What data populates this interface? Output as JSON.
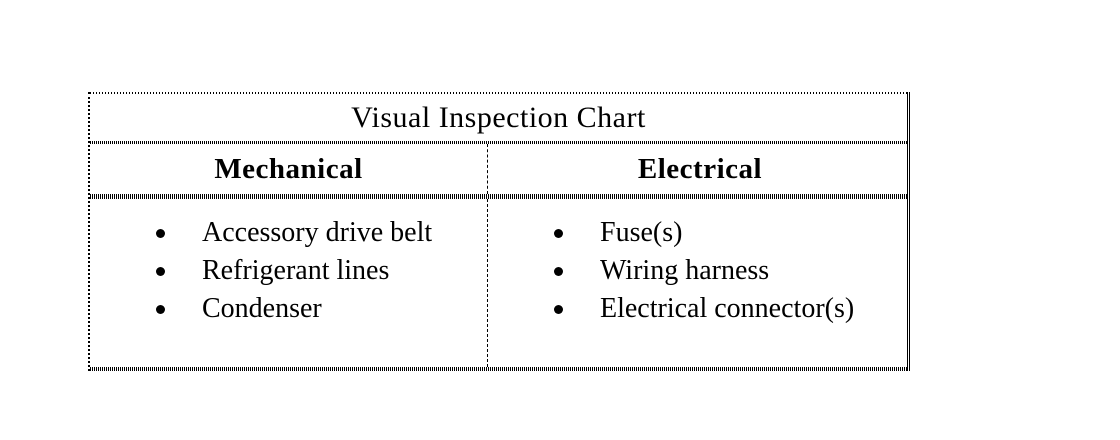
{
  "table": {
    "title": "Visual Inspection Chart",
    "columns": [
      {
        "header": "Mechanical",
        "items": [
          "Accessory drive belt",
          "Refrigerant lines",
          "Condenser"
        ]
      },
      {
        "header": "Electrical",
        "items": [
          "Fuse(s)",
          "Wiring harness",
          "Electrical connector(s)"
        ]
      }
    ]
  },
  "icons": {
    "bullet": "filled-circle"
  },
  "colors": {
    "background": "#ffffff",
    "text": "#000000",
    "border": "#000000"
  }
}
